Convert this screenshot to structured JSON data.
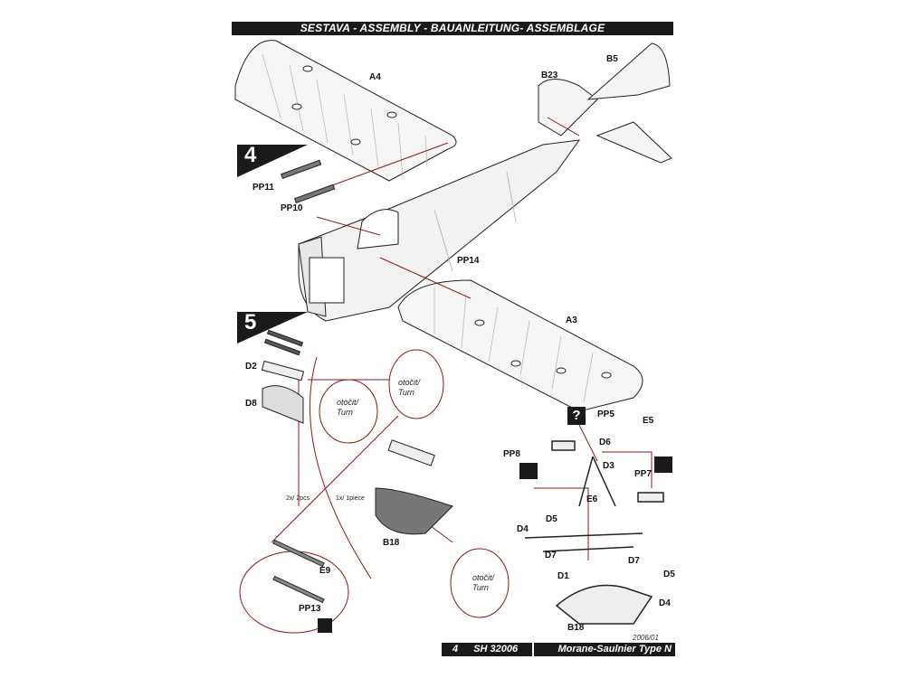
{
  "header": {
    "title": "SESTAVA -  ASSEMBLY - BAUANLEITUNG- ASSEMBLAGE"
  },
  "steps": {
    "four": "4",
    "five": "5"
  },
  "parts": {
    "a4": "A4",
    "a3": "A3",
    "b5": "B5",
    "b23": "B23",
    "pp11": "PP11",
    "pp10": "PP10",
    "pp14": "PP14",
    "d2": "D2",
    "d8": "D8",
    "b18a": "B18",
    "b18b": "B18",
    "pp5": "PP5",
    "e5": "E5",
    "d6": "D6",
    "pp8": "PP8",
    "d3": "D3",
    "pp7": "PP7",
    "e6": "E6",
    "d4a": "D4",
    "d5a": "D5",
    "d7a": "D7",
    "d1": "D1",
    "d7b": "D7",
    "d5b": "D5",
    "d4b": "D4",
    "e9": "E9",
    "pp13": "PP13"
  },
  "notes": {
    "turn1": "otočit/\nTurn",
    "turn2": "otočit/\nTurn",
    "turn3": "otočit/\nTurn",
    "two_pcs": "2x/ 2pcs",
    "one_piece": "1x/ 1piece",
    "question": "?",
    "code_small": "2006/01"
  },
  "footer": {
    "page": "4",
    "kit": "SH 32006",
    "model": "Morane-Saulnier Type N"
  },
  "colors": {
    "ink": "#1a1a1a",
    "accent_line": "#8b1a1a",
    "paper": "#ffffff",
    "wing": "#f4f4f4"
  },
  "icons": [
    "cyanoacrylate-glue-icon",
    "kontakt-glue-icon",
    "glue-drop-icon",
    "bend-pe-icon"
  ]
}
